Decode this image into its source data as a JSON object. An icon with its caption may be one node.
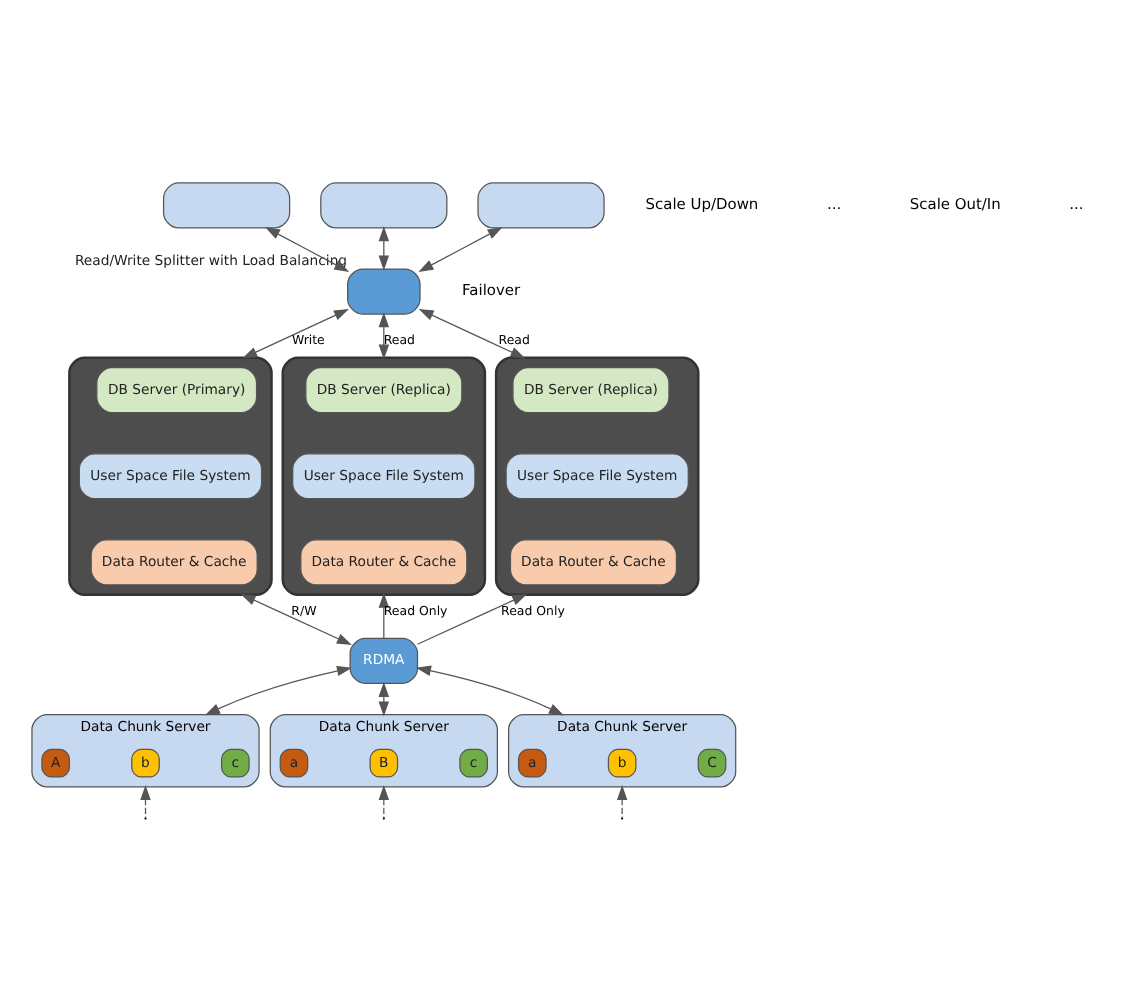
{
  "diagram": {
    "nodes": [
      {
        "text": [],
        "shape": "box"
      },
      {
        "text": [],
        "shape": "box"
      },
      {
        "text": [],
        "shape": "box"
      },
      {
        "text": [],
        "shape": "box",
        "beside": [
          "Read/Write Splitter with Load Balancing"
        ]
      },
      {
        "text": [],
        "shape": "box"
      },
      {
        "text": [
          "DB Server (Primary)"
        ],
        "in": 4
      },
      {
        "text": [
          "User Space File System"
        ],
        "in": 4
      },
      {
        "text": [
          "Data Router & Cache"
        ],
        "in": 4
      },
      {
        "text": [],
        "shape": "box"
      },
      {
        "text": [
          "DB Server (Replica)"
        ],
        "in": 8
      },
      {
        "text": [
          "User Space File System"
        ],
        "in": 8
      },
      {
        "text": [
          "Data Router & Cache"
        ],
        "in": 8
      },
      {
        "text": [],
        "shape": "box"
      },
      {
        "text": [
          "DB Server (Replica)"
        ],
        "in": 12
      },
      {
        "text": [
          "User Space File System"
        ],
        "in": 12
      },
      {
        "text": [
          "Data Router & Cache"
        ],
        "in": 12
      },
      {
        "text": [
          "RDMA"
        ]
      },
      {
        "text": [
          "Data Chunk Server"
        ]
      },
      {
        "text": [
          "Data Chunk Server"
        ]
      },
      {
        "text": [
          "Data Chunk Server"
        ]
      },
      {
        "text": [
          "A"
        ],
        "in": 17
      },
      {
        "text": [
          "b"
        ],
        "in": 17
      },
      {
        "text": [
          "c"
        ],
        "in": 17
      },
      {
        "text": [
          "a"
        ],
        "in": 18
      },
      {
        "text": [
          "B"
        ],
        "in": 18
      },
      {
        "text": [
          "c"
        ],
        "in": 18
      },
      {
        "text": [
          "a"
        ],
        "in": 19
      },
      {
        "text": [
          "b"
        ],
        "in": 19
      },
      {
        "text": [
          "C"
        ],
        "in": 19
      }
    ],
    "edges": [
      {
        "from": 0,
        "to": 3,
        "arrow": "both"
      },
      {
        "from": 1,
        "to": 3,
        "arrow": "both"
      },
      {
        "from": 2,
        "to": 3,
        "arrow": "both"
      },
      {
        "from": 3,
        "to": 4,
        "arrow": "both",
        "label": "Write"
      },
      {
        "from": 3,
        "to": 8,
        "arrow": "both",
        "label": "Read"
      },
      {
        "from": 3,
        "to": 12,
        "arrow": "both",
        "label": "Read"
      },
      {
        "from": 16,
        "to": 4,
        "arrow": "both",
        "label": "R/W"
      },
      {
        "from": 16,
        "to": 8,
        "arrow": "to",
        "label": "Read Only"
      },
      {
        "from": 16,
        "to": 12,
        "arrow": "to",
        "label": "Read Only"
      },
      {
        "from": 17,
        "to": 16,
        "arrow": "both"
      },
      {
        "from": 18,
        "to": 16,
        "arrow": "both"
      },
      {
        "from": 19,
        "to": 16,
        "arrow": "both"
      },
      {
        "from": null,
        "to": 17,
        "arrow": "to",
        "style": "dashed"
      },
      {
        "from": null,
        "to": 18,
        "arrow": "to",
        "style": "dashed"
      },
      {
        "from": null,
        "to": 19,
        "arrow": "to",
        "style": "dashed"
      }
    ],
    "labels": [
      "Failover",
      "Scale Up/Down",
      "...",
      "Scale Out/In",
      "..."
    ]
  }
}
